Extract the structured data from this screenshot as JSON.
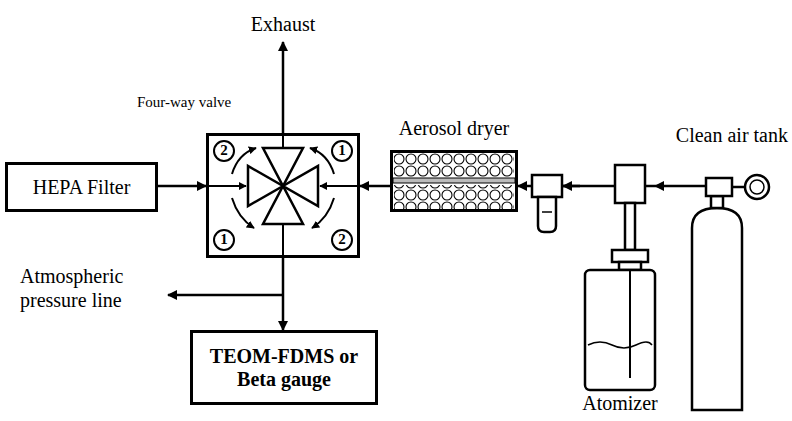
{
  "diagram": {
    "nodes": [
      {
        "text": [
          "Four-way valve"
        ]
      },
      {
        "text": [
          "2"
        ],
        "in": 0
      },
      {
        "text": [
          "1"
        ],
        "in": 0
      },
      {
        "text": [
          "1"
        ],
        "in": 0
      },
      {
        "text": [
          "2"
        ],
        "in": 0
      },
      {
        "text": [
          "HEPA Filter"
        ]
      },
      {
        "text": [
          "Aerosol dryer"
        ]
      },
      {
        "text": [
          "Clean air tank"
        ]
      },
      {
        "text": [
          "Atomizer"
        ]
      },
      {
        "text": [
          "TEOM-FDMS or Beta gauge"
        ]
      }
    ],
    "edges": [
      {
        "from": 5,
        "to": 0,
        "arrow": "to"
      },
      {
        "from": 6,
        "to": 0,
        "arrow": "to"
      },
      {
        "from": 0,
        "to": 9,
        "arrow": "to"
      },
      {
        "from": 8,
        "to": 6,
        "arrow": "to"
      },
      {
        "from": 7,
        "to": 8,
        "arrow": "to"
      }
    ],
    "labels": [
      "Exhaust",
      "Atmospheric pressure line"
    ]
  }
}
